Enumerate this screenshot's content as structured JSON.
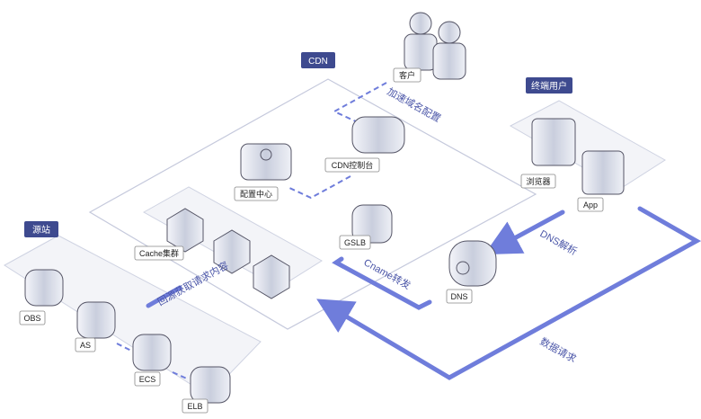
{
  "groups": {
    "cdn": "CDN",
    "end_users": "终端用户",
    "origin": "源站"
  },
  "nodes": {
    "customer": "客户",
    "cdn_console": "CDN控制台",
    "config_center": "配置中心",
    "cache_cluster": "Cache集群",
    "gslb": "GSLB",
    "dns": "DNS",
    "browser": "浏览器",
    "app": "App",
    "obs": "OBS",
    "as": "AS",
    "ecs": "ECS",
    "elb": "ELB"
  },
  "flows": {
    "domain_config": "加速域名配置",
    "cname_forward": "Cname转发",
    "dns_resolve": "DNS解析",
    "data_request": "数据请求",
    "back_to_origin": "回源获取请求内容"
  },
  "colors": {
    "accent": "#6f7ddb",
    "header": "#3e4a8f",
    "frame": "#c5c9dc"
  }
}
